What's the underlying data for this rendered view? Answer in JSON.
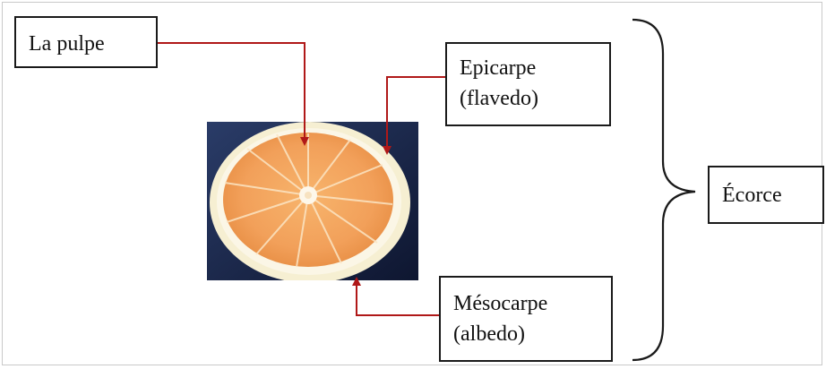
{
  "labels": {
    "pulpe": "La pulpe",
    "epicarpe_line1": "Epicarpe",
    "epicarpe_line2": "(flavedo)",
    "mesocarpe_line1": "Mésocarpe",
    "mesocarpe_line2": "(albedo)",
    "ecorce": "Écorce"
  },
  "colors": {
    "arrow": "#b01818",
    "brace": "#1a1a1a",
    "photo_background": "#1d2c4e",
    "orange_pulp": "#f2a35a",
    "rind": "#f8f2dc"
  }
}
